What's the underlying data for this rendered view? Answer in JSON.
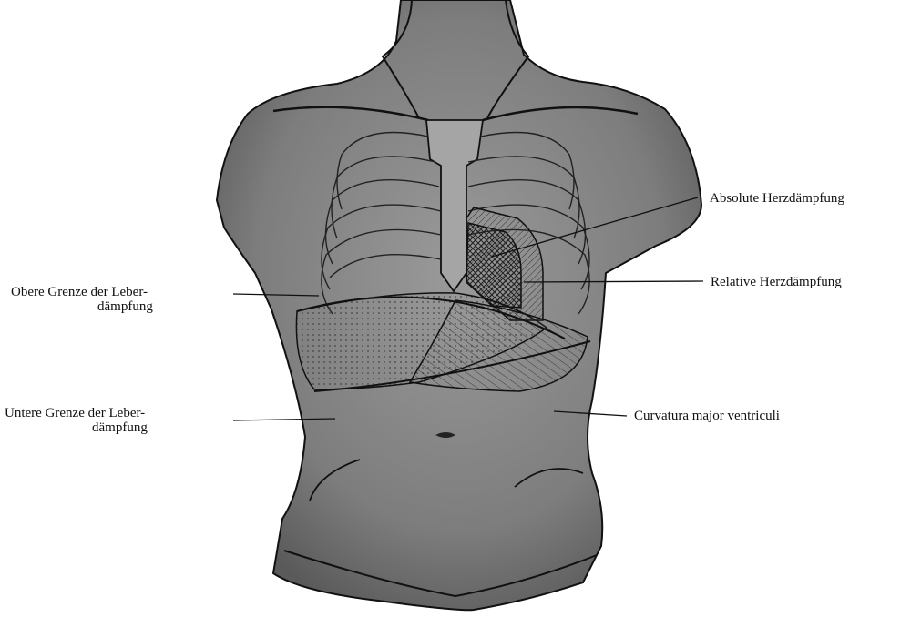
{
  "labels": {
    "absolute_herz": "Absolute Herzdämpfung",
    "relative_herz": "Relative Herzdämpfung",
    "obere_line1": "Obere Grenze der Leber-",
    "obere_line2": "dämpfung",
    "untere_line1": "Untere Grenze der Leber-",
    "untere_line2": "dämpfung",
    "curvatura": "Curvatura major ventriculi"
  }
}
